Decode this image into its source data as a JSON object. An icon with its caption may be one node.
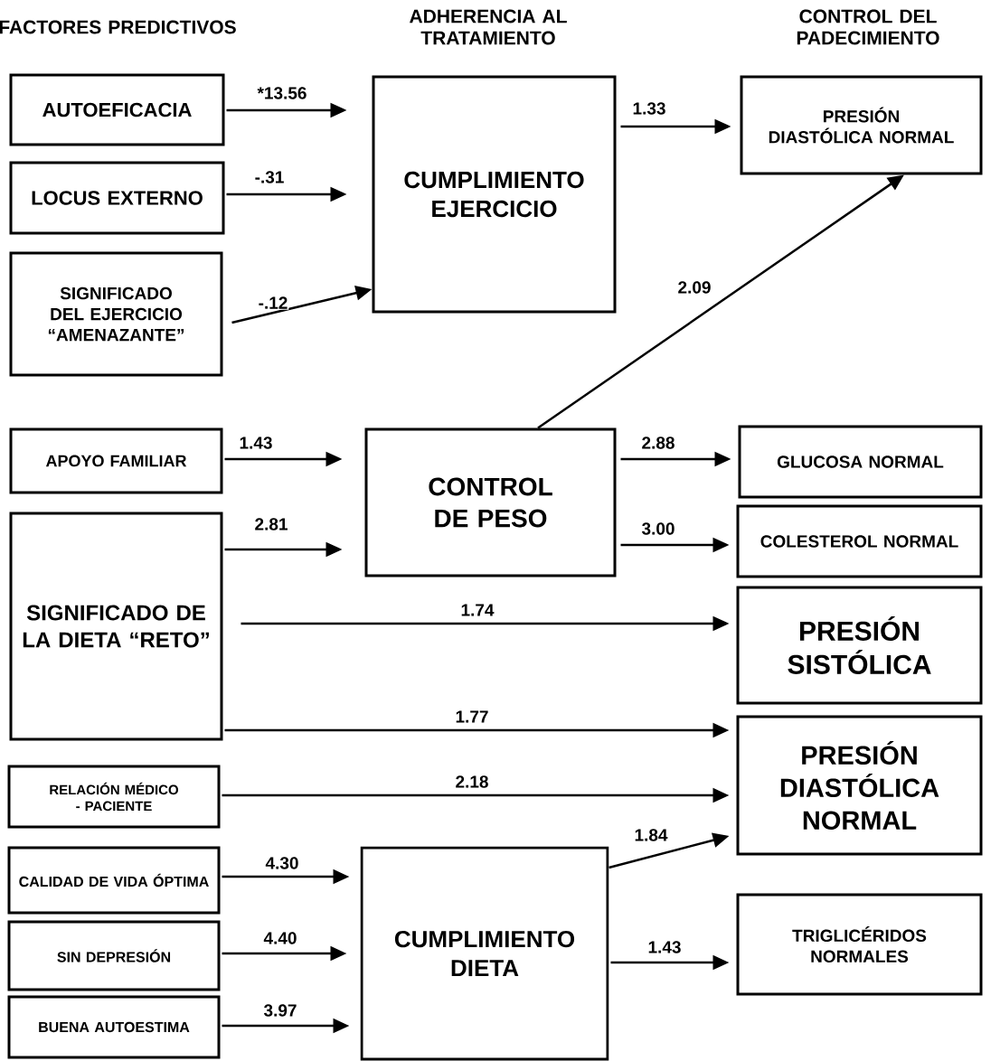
{
  "diagram": {
    "nodes": [
      {
        "text": [
          "AUTOEFICACIA"
        ]
      },
      {
        "text": [
          "LOCUS EXTERNO"
        ]
      },
      {
        "text": [
          "SIGNIFICADO DEL EJERCICIO “AMENAZANTE”"
        ]
      },
      {
        "text": [
          "CUMPLIMIENTO EJERCICIO"
        ]
      },
      {
        "text": [
          "PRESIÓN DIASTÓLICA NORMAL"
        ]
      },
      {
        "text": [
          "APOYO FAMILIAR"
        ]
      },
      {
        "text": [
          "CONTROL DE PESO"
        ]
      },
      {
        "text": [
          "GLUCOSA NORMAL"
        ]
      },
      {
        "text": [
          "SIGNIFICADO DE LA DIETA “RETO”"
        ]
      },
      {
        "text": [
          "COLESTEROL NORMAL"
        ]
      },
      {
        "text": [
          "PRESIÓN SISTÓLICA"
        ]
      },
      {
        "text": [
          "PRESIÓN DIASTÓLICA NORMAL"
        ]
      },
      {
        "text": [
          "RELACIÓN MÉDICO - PACIENTE"
        ]
      },
      {
        "text": [
          "CALIDAD DE VIDA ÓPTIMA"
        ]
      },
      {
        "text": [
          "CUMPLIMIENTO DIETA"
        ]
      },
      {
        "text": [
          "SIN DEPRESIÓN"
        ]
      },
      {
        "text": [
          "TRIGLICÉRIDOS NORMALES"
        ]
      },
      {
        "text": [
          "BUENA AUTOESTIMA"
        ]
      }
    ],
    "edges": [
      {
        "from": 0,
        "to": 3,
        "arrow": "to",
        "label": "*13.56"
      },
      {
        "from": 1,
        "to": 3,
        "arrow": "to",
        "label": "-.31"
      },
      {
        "from": 2,
        "to": 3,
        "arrow": "to",
        "label": "-.12"
      },
      {
        "from": 3,
        "to": 4,
        "arrow": "to",
        "label": "1.33"
      },
      {
        "from": 6,
        "to": 4,
        "arrow": "to",
        "label": "2.09"
      },
      {
        "from": 5,
        "to": 6,
        "arrow": "to",
        "label": "1.43"
      },
      {
        "from": 8,
        "to": 6,
        "arrow": "to",
        "label": "2.81"
      },
      {
        "from": 6,
        "to": 7,
        "arrow": "to",
        "label": "2.88"
      },
      {
        "from": 6,
        "to": 9,
        "arrow": "to",
        "label": "3.00"
      },
      {
        "from": 8,
        "to": 10,
        "arrow": "to",
        "label": "1.74"
      },
      {
        "from": 8,
        "to": 11,
        "arrow": "to",
        "label": "1.77"
      },
      {
        "from": 12,
        "to": 11,
        "arrow": "to",
        "label": "2.18"
      },
      {
        "from": 13,
        "to": 14,
        "arrow": "to",
        "label": "4.30"
      },
      {
        "from": 15,
        "to": 14,
        "arrow": "to",
        "label": "4.40"
      },
      {
        "from": 17,
        "to": 14,
        "arrow": "to",
        "label": "3.97"
      },
      {
        "from": 14,
        "to": 11,
        "arrow": "to",
        "label": "1.84"
      },
      {
        "from": 14,
        "to": 16,
        "arrow": "to",
        "label": "1.43"
      }
    ],
    "labels": [
      "FACTORES PREDICTIVOS",
      "ADHERENCIA AL TRATAMIENTO",
      "CONTROL DEL PADECIMIENTO"
    ]
  }
}
